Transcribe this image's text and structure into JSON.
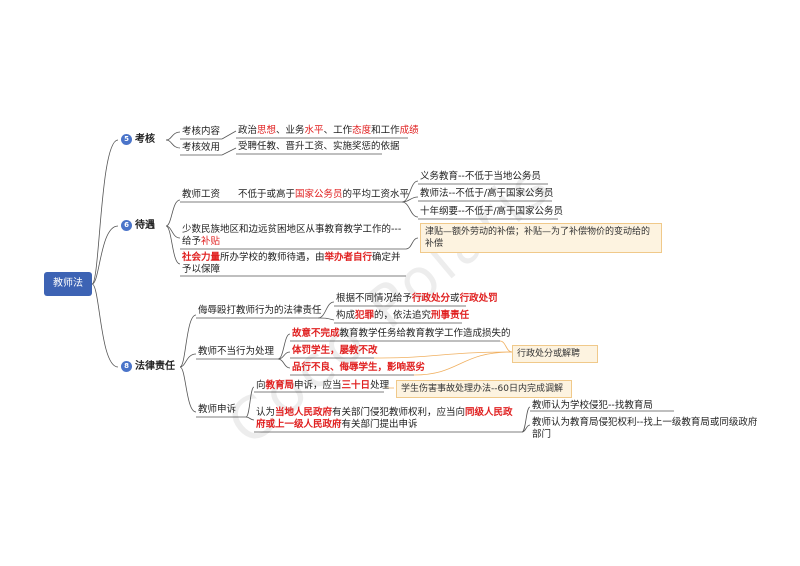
{
  "root": "教师法",
  "watermark": "Coco Polaris",
  "branches": {
    "assessment": {
      "num": "5",
      "label": "考核",
      "content_label": "考核内容",
      "content_parts": [
        "政治",
        "思想",
        "、业务",
        "水平",
        "、工作",
        "态度",
        "和工作",
        "成绩"
      ],
      "effect_label": "考核效用",
      "effect_text": "受聘任教、晋升工资、实施奖惩的依据"
    },
    "treatment": {
      "num": "6",
      "label": "待遇",
      "salary_label": "教师工资",
      "salary_parts": [
        "不低于或高于",
        "国家公务员",
        "的平均工资水平"
      ],
      "laws": [
        "义务教育--不低于当地公务员",
        "教师法--不低于/高于国家公务员",
        "十年纲要--不低于/高于国家公务员"
      ],
      "minority_parts": [
        "少数民族地区和边远贫困地区从事教育教学工作的---给予",
        "补贴"
      ],
      "minority_note": "津贴—额外劳动的补偿；补贴—为了补偿物价的变动给的补偿",
      "social_parts": [
        "社会力量",
        "所办学校的教师待遇，由",
        "举办者自行",
        "确定并予以保障"
      ]
    },
    "liability": {
      "num": "8",
      "label": "法律责任",
      "insult_label": "侮辱殴打教师行为的法律责任",
      "insult_items": [
        [
          "根据不同情况",
          "给予",
          "行政处分",
          "或",
          "行政处罚"
        ],
        [
          "构成",
          "犯罪",
          "的，依法追究",
          "刑事",
          "责任"
        ]
      ],
      "misconduct_label": "教师不当行为处理",
      "misconduct_items": [
        [
          "故意不完成",
          "教育教学任务给教育教学工作造成损失的"
        ],
        [
          "体罚学生，屡教不改"
        ],
        [
          "品行不良、侮辱学生，影响恶劣"
        ]
      ],
      "misconduct_note": "行政处分或解聘",
      "appeal_label": "教师申诉",
      "appeal_bureau_parts": [
        "向",
        "教育局",
        "申诉，应当",
        "三十日",
        "处理"
      ],
      "appeal_bureau_note": "学生伤害事故处理办法--60日内完成调解",
      "appeal_gov_parts": [
        "认为",
        "当地人民政府",
        "有关部门侵犯教师权利，应当向",
        "同级人民政府",
        "或上一级人民政府",
        "有关部门提出申诉"
      ],
      "appeal_school": "教师认为学校侵犯--找教育局",
      "appeal_bureau2": "教师认为教育局侵犯权利--找上一级教育局或同级政府部门"
    }
  }
}
